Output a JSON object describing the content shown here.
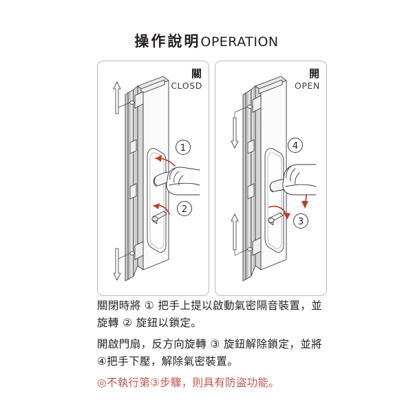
{
  "header": {
    "title_cjk": "操作說明",
    "title_latin": "OPERATION"
  },
  "panels": [
    {
      "id": "closed",
      "label_cjk": "關",
      "label_latin": "CLOSD",
      "callouts": [
        {
          "number": "①",
          "action": "lift-handle",
          "arrow": "up-left"
        },
        {
          "number": "②",
          "action": "turn-thumbturn-lock",
          "arrow": "counter-clockwise"
        }
      ],
      "bolt_arrows": [
        "up",
        "down"
      ]
    },
    {
      "id": "open",
      "label_cjk": "開",
      "label_latin": "OPEN",
      "callouts": [
        {
          "number": "④",
          "action": "press-handle-down",
          "arrow": "down"
        },
        {
          "number": "③",
          "action": "turn-thumbturn-unlock",
          "arrow": "clockwise"
        }
      ],
      "bolt_arrows": [
        "down",
        "up"
      ]
    }
  ],
  "instructions": {
    "line1": "關閉時將 ① 把手上提以啟動氣密隔音裝置，並",
    "line2": "旋轉 ② 旋鈕以鎖定。",
    "line3": "開啟門扇，反方向旋轉 ③ 旋鈕解除鎖定，並將",
    "line4": "④把手下壓，解除氣密裝置。",
    "warning": "◎不執行第③步驟，則具有防盜功能。"
  },
  "colors": {
    "ink": "#231f20",
    "red_arrow": "#c0392b",
    "warning_text": "#c0574c",
    "panel_border": "#b9b9b9",
    "metal_light": "#f2f2f2",
    "metal_mid": "#d8d8d8",
    "metal_dark": "#b0b0b0"
  }
}
